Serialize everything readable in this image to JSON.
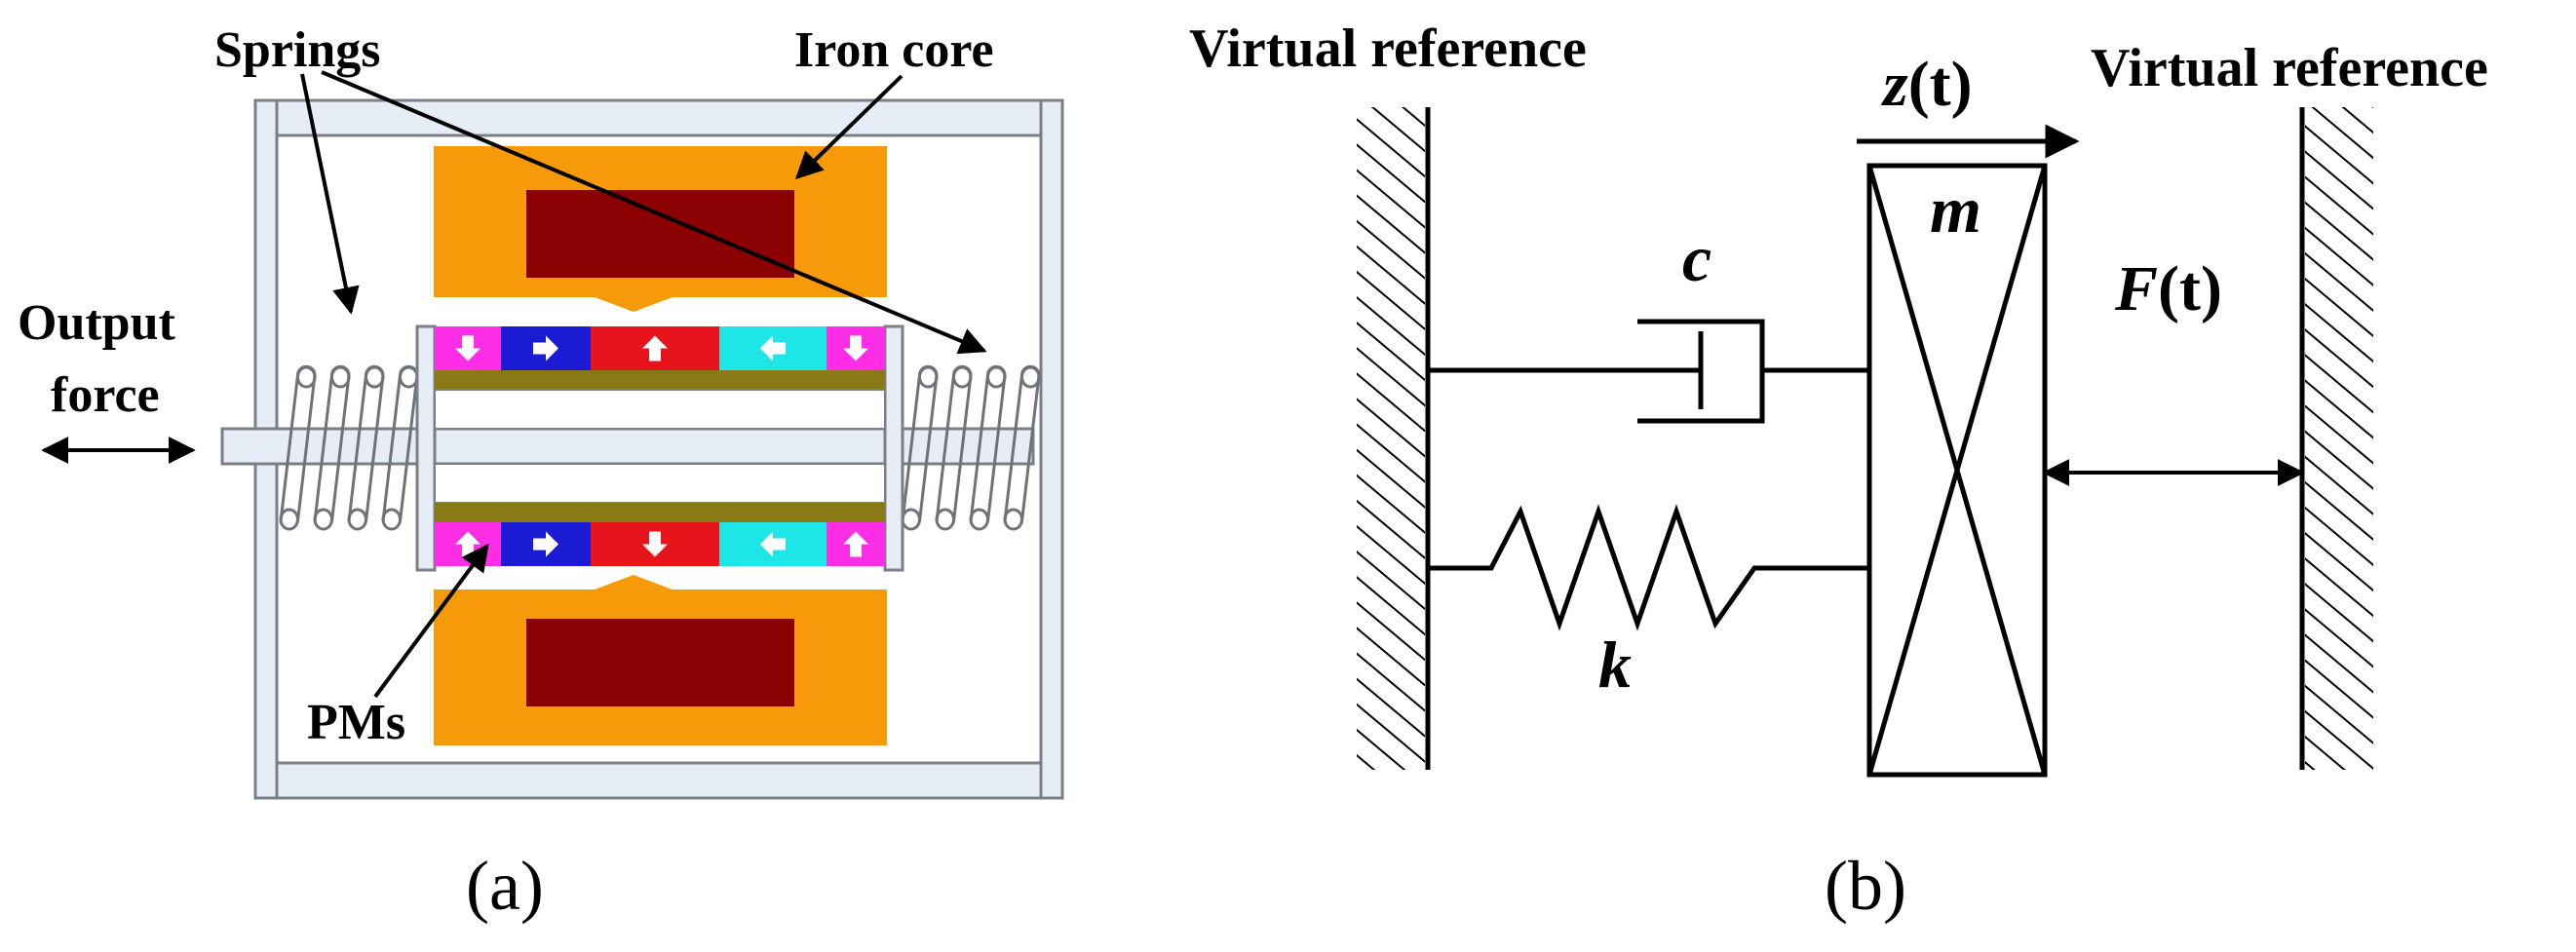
{
  "panel_a": {
    "labels": {
      "springs": "Springs",
      "iron_core": "Iron core",
      "output_line1": "Output",
      "output_line2": "force",
      "pms": "PMs"
    },
    "caption": "(a)",
    "colors": {
      "iron_core": "#f79a0a",
      "coil": "#8b0000",
      "pm_magenta": "#ff2ee6",
      "pm_blue": "#1b1bd6",
      "pm_red": "#e8141c",
      "pm_cyan": "#1ee6e6",
      "back_iron": "#8a7a16",
      "frame": "#e6edf6",
      "frame_stroke": "#7a7f86"
    },
    "magnets_top": [
      "arrow-down",
      "arrow-right",
      "arrow-up",
      "arrow-left",
      "arrow-down"
    ],
    "magnets_bottom": [
      "arrow-up",
      "arrow-right",
      "arrow-down",
      "arrow-left",
      "arrow-up"
    ]
  },
  "panel_b": {
    "labels": {
      "left_ref": "Virtual reference",
      "right_ref": "Virtual reference",
      "damper": "c",
      "spring": "k",
      "mass": "m",
      "displacement_var": "z",
      "displacement_arg": "(t)",
      "force_var": "F",
      "force_arg": "(t)"
    },
    "caption": "(b)"
  }
}
